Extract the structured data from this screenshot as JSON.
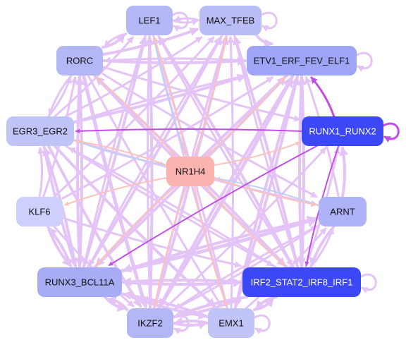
{
  "colors": {
    "edge_default": "#e4c4f6",
    "edge_salmon": "#fcc2ba",
    "edge_blue": "#c2cff5",
    "edge_purple": "#c24ce8",
    "dark_text": "#111111",
    "light_text": "#ffffff"
  },
  "nodes": [
    {
      "id": "LEF1",
      "label": "LEF1",
      "fill": "#b3b7f5",
      "text": "dark"
    },
    {
      "id": "MAX_TFEB",
      "label": "MAX_TFEB",
      "fill": "#b9bcf6",
      "text": "dark"
    },
    {
      "id": "RORC",
      "label": "RORC",
      "fill": "#b3b7f5",
      "text": "dark"
    },
    {
      "id": "ETV1_ERF_FEV_ELF1",
      "label": "ETV1_ERF_FEV_ELF1",
      "fill": "#9fa5f6",
      "text": "dark"
    },
    {
      "id": "EGR3_EGR2",
      "label": "EGR3_EGR2",
      "fill": "#c0c4f7",
      "text": "dark"
    },
    {
      "id": "RUNX1_RUNX2",
      "label": "RUNX1_RUNX2",
      "fill": "#3c48f6",
      "text": "light"
    },
    {
      "id": "NR1H4",
      "label": "NR1H4",
      "fill": "#fbb3b0",
      "text": "dark"
    },
    {
      "id": "KLF6",
      "label": "KLF6",
      "fill": "#cdd0fa",
      "text": "dark"
    },
    {
      "id": "ARNT",
      "label": "ARNT",
      "fill": "#aeb2f6",
      "text": "dark"
    },
    {
      "id": "RUNX3_BCL11A",
      "label": "RUNX3_BCL11A",
      "fill": "#a7acf5",
      "text": "dark"
    },
    {
      "id": "IRF2_STAT2_IRF8_IRF1",
      "label": "IRF2_STAT2_IRF8_IRF1",
      "fill": "#3c48f6",
      "text": "light"
    },
    {
      "id": "IKZF2",
      "label": "IKZF2",
      "fill": "#b3b7f5",
      "text": "dark"
    },
    {
      "id": "EMX1",
      "label": "EMX1",
      "fill": "#c0c4f7",
      "text": "dark"
    }
  ],
  "edges": [
    {
      "from": "RUNX1_RUNX2",
      "to": "ETV1_ERF_FEV_ELF1",
      "color": "purple",
      "weight": 3
    },
    {
      "from": "RUNX1_RUNX2",
      "to": "RUNX1_RUNX2",
      "color": "purple",
      "weight": 3
    },
    {
      "from": "RUNX1_RUNX2",
      "to": "RUNX3_BCL11A",
      "color": "purple",
      "weight": 2
    },
    {
      "from": "RUNX1_RUNX2",
      "to": "IRF2_STAT2_IRF8_IRF1",
      "color": "purple",
      "weight": 2
    },
    {
      "from": "RUNX1_RUNX2",
      "to": "EGR3_EGR2",
      "color": "purple",
      "weight": 2
    },
    {
      "from": "NR1H4",
      "to": "RORC",
      "color": "salmon",
      "weight": 2
    },
    {
      "from": "NR1H4",
      "to": "EGR3_EGR2",
      "color": "salmon",
      "weight": 2
    },
    {
      "from": "NR1H4",
      "to": "KLF6",
      "color": "salmon",
      "weight": 2
    },
    {
      "from": "NR1H4",
      "to": "RUNX3_BCL11A",
      "color": "salmon",
      "weight": 2
    },
    {
      "from": "NR1H4",
      "to": "IKZF2",
      "color": "salmon",
      "weight": 2
    },
    {
      "from": "NR1H4",
      "to": "EMX1",
      "color": "salmon",
      "weight": 2
    },
    {
      "from": "NR1H4",
      "to": "ETV1_ERF_FEV_ELF1",
      "color": "salmon",
      "weight": 2
    },
    {
      "from": "NR1H4",
      "to": "MAX_TFEB",
      "color": "salmon",
      "weight": 2
    },
    {
      "from": "NR1H4",
      "to": "RUNX1_RUNX2",
      "color": "salmon",
      "weight": 2
    },
    {
      "from": "NR1H4",
      "to": "ARNT",
      "color": "salmon",
      "weight": 2
    },
    {
      "from": "NR1H4",
      "to": "IRF2_STAT2_IRF8_IRF1",
      "color": "salmon",
      "weight": 2
    },
    {
      "from": "NR1H4",
      "to": "LEF1",
      "color": "salmon",
      "weight": 2
    },
    {
      "from": "EGR3_EGR2",
      "to": "NR1H4",
      "color": "blue",
      "weight": 2
    },
    {
      "from": "LEF1",
      "to": "NR1H4",
      "color": "blue",
      "weight": 2
    },
    {
      "from": "ARNT",
      "to": "NR1H4",
      "color": "blue",
      "weight": 2
    },
    {
      "from": "LEF1",
      "to": "LEF1",
      "color": "default",
      "weight": 3
    },
    {
      "from": "MAX_TFEB",
      "to": "MAX_TFEB",
      "color": "default",
      "weight": 3
    },
    {
      "from": "ETV1_ERF_FEV_ELF1",
      "to": "ETV1_ERF_FEV_ELF1",
      "color": "default",
      "weight": 3
    },
    {
      "from": "IRF2_STAT2_IRF8_IRF1",
      "to": "IRF2_STAT2_IRF8_IRF1",
      "color": "default",
      "weight": 3
    },
    {
      "from": "IKZF2",
      "to": "IKZF2",
      "color": "default",
      "weight": 3
    },
    {
      "from": "EMX1",
      "to": "EMX1",
      "color": "default",
      "weight": 3
    },
    {
      "from": "LEF1",
      "to": "MAX_TFEB",
      "color": "default",
      "weight": 3
    },
    {
      "from": "MAX_TFEB",
      "to": "LEF1",
      "color": "default",
      "weight": 3
    },
    {
      "from": "MAX_TFEB",
      "to": "ETV1_ERF_FEV_ELF1",
      "color": "default",
      "weight": 4
    },
    {
      "from": "RORC",
      "to": "ETV1_ERF_FEV_ELF1",
      "color": "default",
      "weight": 4
    },
    {
      "from": "RORC",
      "to": "MAX_TFEB",
      "color": "default",
      "weight": 4
    },
    {
      "from": "RORC",
      "to": "LEF1",
      "color": "default",
      "weight": 4
    },
    {
      "from": "RORC",
      "to": "RUNX1_RUNX2",
      "color": "default",
      "weight": 3
    },
    {
      "from": "RORC",
      "to": "ARNT",
      "color": "default",
      "weight": 3
    },
    {
      "from": "RORC",
      "to": "IRF2_STAT2_IRF8_IRF1",
      "color": "default",
      "weight": 4
    },
    {
      "from": "RORC",
      "to": "EMX1",
      "color": "default",
      "weight": 3
    },
    {
      "from": "RORC",
      "to": "IKZF2",
      "color": "default",
      "weight": 5
    },
    {
      "from": "RORC",
      "to": "RUNX3_BCL11A",
      "color": "default",
      "weight": 4
    },
    {
      "from": "RORC",
      "to": "EGR3_EGR2",
      "color": "default",
      "weight": 3
    },
    {
      "from": "EGR3_EGR2",
      "to": "RORC",
      "color": "default",
      "weight": 3
    },
    {
      "from": "EGR3_EGR2",
      "to": "LEF1",
      "color": "default",
      "weight": 3
    },
    {
      "from": "EGR3_EGR2",
      "to": "MAX_TFEB",
      "color": "default",
      "weight": 3
    },
    {
      "from": "EGR3_EGR2",
      "to": "ETV1_ERF_FEV_ELF1",
      "color": "default",
      "weight": 4
    },
    {
      "from": "EGR3_EGR2",
      "to": "ARNT",
      "color": "default",
      "weight": 3
    },
    {
      "from": "EGR3_EGR2",
      "to": "IRF2_STAT2_IRF8_IRF1",
      "color": "default",
      "weight": 3
    },
    {
      "from": "EGR3_EGR2",
      "to": "EMX1",
      "color": "default",
      "weight": 4
    },
    {
      "from": "EGR3_EGR2",
      "to": "IKZF2",
      "color": "default",
      "weight": 4
    },
    {
      "from": "EGR3_EGR2",
      "to": "RUNX3_BCL11A",
      "color": "default",
      "weight": 4
    },
    {
      "from": "KLF6",
      "to": "RORC",
      "color": "default",
      "weight": 3
    },
    {
      "from": "KLF6",
      "to": "EGR3_EGR2",
      "color": "default",
      "weight": 3
    },
    {
      "from": "KLF6",
      "to": "ETV1_ERF_FEV_ELF1",
      "color": "default",
      "weight": 3
    },
    {
      "from": "KLF6",
      "to": "MAX_TFEB",
      "color": "default",
      "weight": 3
    },
    {
      "from": "KLF6",
      "to": "RUNX3_BCL11A",
      "color": "default",
      "weight": 4
    },
    {
      "from": "KLF6",
      "to": "IKZF2",
      "color": "default",
      "weight": 3
    },
    {
      "from": "KLF6",
      "to": "IRF2_STAT2_IRF8_IRF1",
      "color": "default",
      "weight": 3
    },
    {
      "from": "RUNX3_BCL11A",
      "to": "KLF6",
      "color": "default",
      "weight": 4
    },
    {
      "from": "RUNX3_BCL11A",
      "to": "EGR3_EGR2",
      "color": "default",
      "weight": 4
    },
    {
      "from": "RUNX3_BCL11A",
      "to": "RORC",
      "color": "default",
      "weight": 4
    },
    {
      "from": "RUNX3_BCL11A",
      "to": "LEF1",
      "color": "default",
      "weight": 4
    },
    {
      "from": "RUNX3_BCL11A",
      "to": "MAX_TFEB",
      "color": "default",
      "weight": 4
    },
    {
      "from": "RUNX3_BCL11A",
      "to": "ETV1_ERF_FEV_ELF1",
      "color": "default",
      "weight": 4
    },
    {
      "from": "RUNX3_BCL11A",
      "to": "ARNT",
      "color": "default",
      "weight": 5
    },
    {
      "from": "RUNX3_BCL11A",
      "to": "IRF2_STAT2_IRF8_IRF1",
      "color": "default",
      "weight": 4
    },
    {
      "from": "RUNX3_BCL11A",
      "to": "IKZF2",
      "color": "default",
      "weight": 4
    },
    {
      "from": "RUNX3_BCL11A",
      "to": "EMX1",
      "color": "default",
      "weight": 4
    },
    {
      "from": "IKZF2",
      "to": "RUNX3_BCL11A",
      "color": "default",
      "weight": 4
    },
    {
      "from": "IKZF2",
      "to": "EMX1",
      "color": "default",
      "weight": 4
    },
    {
      "from": "IKZF2",
      "to": "LEF1",
      "color": "default",
      "weight": 4
    },
    {
      "from": "IKZF2",
      "to": "MAX_TFEB",
      "color": "default",
      "weight": 4
    },
    {
      "from": "IKZF2",
      "to": "ETV1_ERF_FEV_ELF1",
      "color": "default",
      "weight": 5
    },
    {
      "from": "IKZF2",
      "to": "IRF2_STAT2_IRF8_IRF1",
      "color": "default",
      "weight": 4
    },
    {
      "from": "IKZF2",
      "to": "ARNT",
      "color": "default",
      "weight": 3
    },
    {
      "from": "IKZF2",
      "to": "RUNX1_RUNX2",
      "color": "default",
      "weight": 3
    },
    {
      "from": "EMX1",
      "to": "IKZF2",
      "color": "default",
      "weight": 4
    },
    {
      "from": "EMX1",
      "to": "RUNX3_BCL11A",
      "color": "default",
      "weight": 4
    },
    {
      "from": "EMX1",
      "to": "LEF1",
      "color": "default",
      "weight": 3
    },
    {
      "from": "EMX1",
      "to": "MAX_TFEB",
      "color": "default",
      "weight": 3
    },
    {
      "from": "EMX1",
      "to": "IRF2_STAT2_IRF8_IRF1",
      "color": "default",
      "weight": 4
    },
    {
      "from": "EMX1",
      "to": "ARNT",
      "color": "default",
      "weight": 3
    },
    {
      "from": "EMX1",
      "to": "ETV1_ERF_FEV_ELF1",
      "color": "default",
      "weight": 4
    },
    {
      "from": "IRF2_STAT2_IRF8_IRF1",
      "to": "ARNT",
      "color": "default",
      "weight": 3
    },
    {
      "from": "IRF2_STAT2_IRF8_IRF1",
      "to": "RUNX1_RUNX2",
      "color": "default",
      "weight": 3
    },
    {
      "from": "IRF2_STAT2_IRF8_IRF1",
      "to": "ETV1_ERF_FEV_ELF1",
      "color": "default",
      "weight": 4
    },
    {
      "from": "IRF2_STAT2_IRF8_IRF1",
      "to": "MAX_TFEB",
      "color": "default",
      "weight": 4
    },
    {
      "from": "IRF2_STAT2_IRF8_IRF1",
      "to": "LEF1",
      "color": "default",
      "weight": 4
    },
    {
      "from": "IRF2_STAT2_IRF8_IRF1",
      "to": "RORC",
      "color": "default",
      "weight": 4
    },
    {
      "from": "IRF2_STAT2_IRF8_IRF1",
      "to": "EGR3_EGR2",
      "color": "default",
      "weight": 3
    },
    {
      "from": "IRF2_STAT2_IRF8_IRF1",
      "to": "RUNX3_BCL11A",
      "color": "default",
      "weight": 4
    },
    {
      "from": "IRF2_STAT2_IRF8_IRF1",
      "to": "IKZF2",
      "color": "default",
      "weight": 4
    },
    {
      "from": "IRF2_STAT2_IRF8_IRF1",
      "to": "EMX1",
      "color": "default",
      "weight": 4
    },
    {
      "from": "ARNT",
      "to": "RUNX1_RUNX2",
      "color": "default",
      "weight": 4
    },
    {
      "from": "ARNT",
      "to": "IRF2_STAT2_IRF8_IRF1",
      "color": "default",
      "weight": 4
    },
    {
      "from": "ARNT",
      "to": "RUNX3_BCL11A",
      "color": "default",
      "weight": 4
    },
    {
      "from": "ARNT",
      "to": "IKZF2",
      "color": "default",
      "weight": 3
    },
    {
      "from": "ARNT",
      "to": "ETV1_ERF_FEV_ELF1",
      "color": "default",
      "weight": 3
    },
    {
      "from": "ETV1_ERF_FEV_ELF1",
      "to": "RUNX3_BCL11A",
      "color": "default",
      "weight": 4
    },
    {
      "from": "ETV1_ERF_FEV_ELF1",
      "to": "IKZF2",
      "color": "default",
      "weight": 4
    },
    {
      "from": "ETV1_ERF_FEV_ELF1",
      "to": "EMX1",
      "color": "default",
      "weight": 4
    },
    {
      "from": "ETV1_ERF_FEV_ELF1",
      "to": "IRF2_STAT2_IRF8_IRF1",
      "color": "default",
      "weight": 4
    },
    {
      "from": "ETV1_ERF_FEV_ELF1",
      "to": "RORC",
      "color": "default",
      "weight": 3
    },
    {
      "from": "ETV1_ERF_FEV_ELF1",
      "to": "EGR3_EGR2",
      "color": "default",
      "weight": 3
    },
    {
      "from": "MAX_TFEB",
      "to": "RUNX3_BCL11A",
      "color": "default",
      "weight": 3
    },
    {
      "from": "MAX_TFEB",
      "to": "IKZF2",
      "color": "default",
      "weight": 3
    },
    {
      "from": "MAX_TFEB",
      "to": "IRF2_STAT2_IRF8_IRF1",
      "color": "default",
      "weight": 3
    },
    {
      "from": "LEF1",
      "to": "RUNX3_BCL11A",
      "color": "default",
      "weight": 3
    },
    {
      "from": "LEF1",
      "to": "IKZF2",
      "color": "default",
      "weight": 3
    },
    {
      "from": "LEF1",
      "to": "IRF2_STAT2_IRF8_IRF1",
      "color": "default",
      "weight": 3
    },
    {
      "from": "LEF1",
      "to": "EMX1",
      "color": "default",
      "weight": 3
    },
    {
      "from": "LEF1",
      "to": "RORC",
      "color": "default",
      "weight": 3
    }
  ]
}
